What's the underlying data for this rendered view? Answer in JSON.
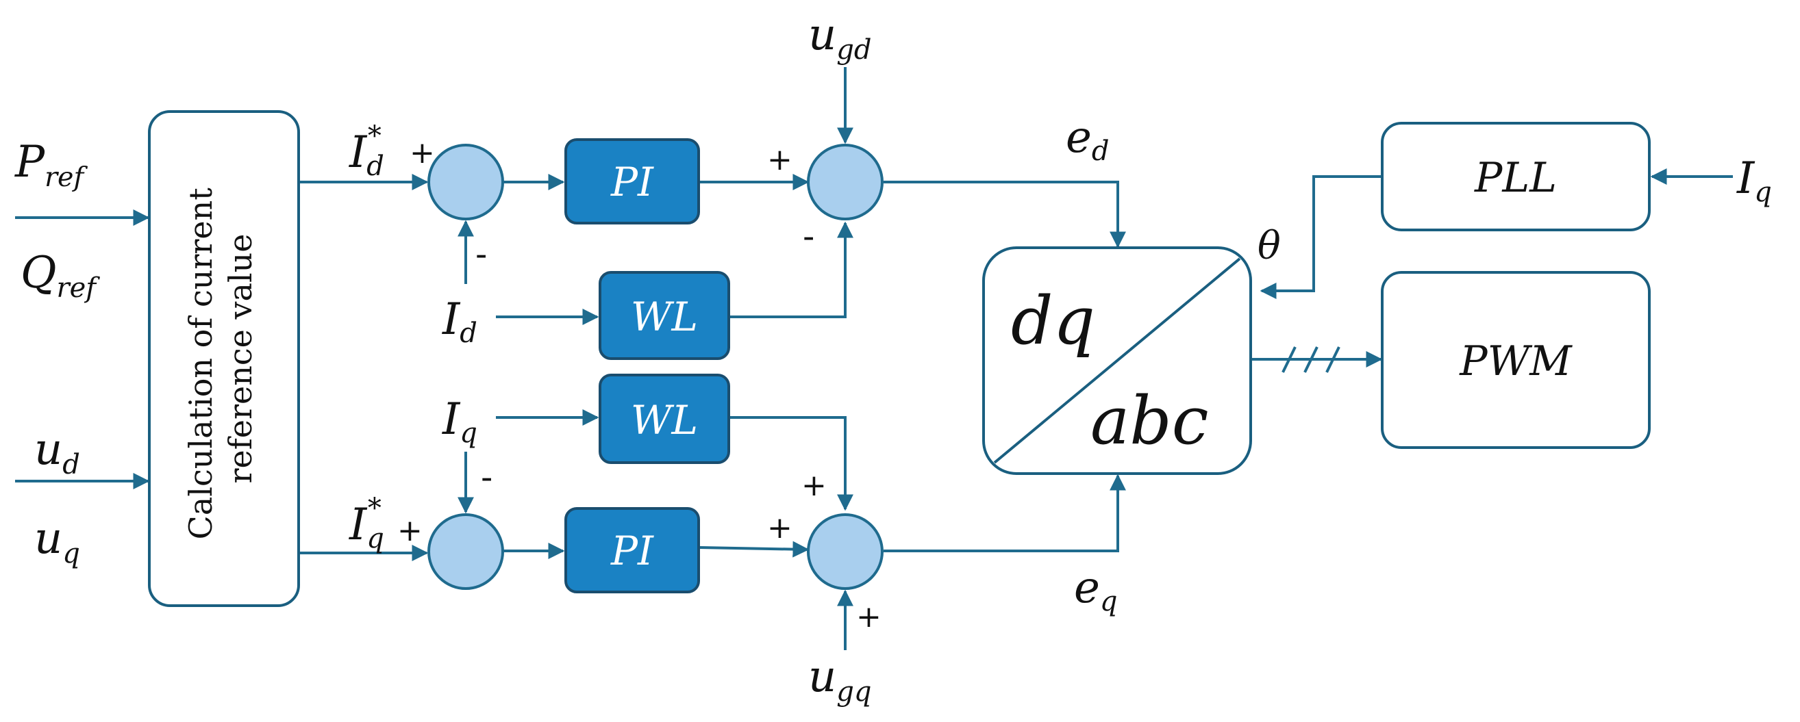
{
  "blocks": {
    "calc": "Calculation of current reference value",
    "calc_line1": "Calculation of current",
    "calc_line2": "reference value",
    "pi": "PI",
    "wl": "WL",
    "pll": "PLL",
    "pwm": "PWM",
    "dq": "dq",
    "abc": "abc"
  },
  "inputs": {
    "P": "P",
    "P_sub": "ref",
    "Q": "Q",
    "Q_sub": "ref",
    "u": "u",
    "u_d_sub": "d",
    "u_q_sub": "q",
    "I": "I",
    "d": "d",
    "q": "q",
    "star": "*",
    "u_gd_sub": "gd",
    "u_gq_sub": "gq",
    "e": "e",
    "theta": "θ"
  },
  "signs": {
    "plus": "+",
    "minus": "-"
  },
  "colors": {
    "wire": "#1f6b8e",
    "dark_block": "#1a82c4",
    "summing_junction": "#a9cfee"
  }
}
